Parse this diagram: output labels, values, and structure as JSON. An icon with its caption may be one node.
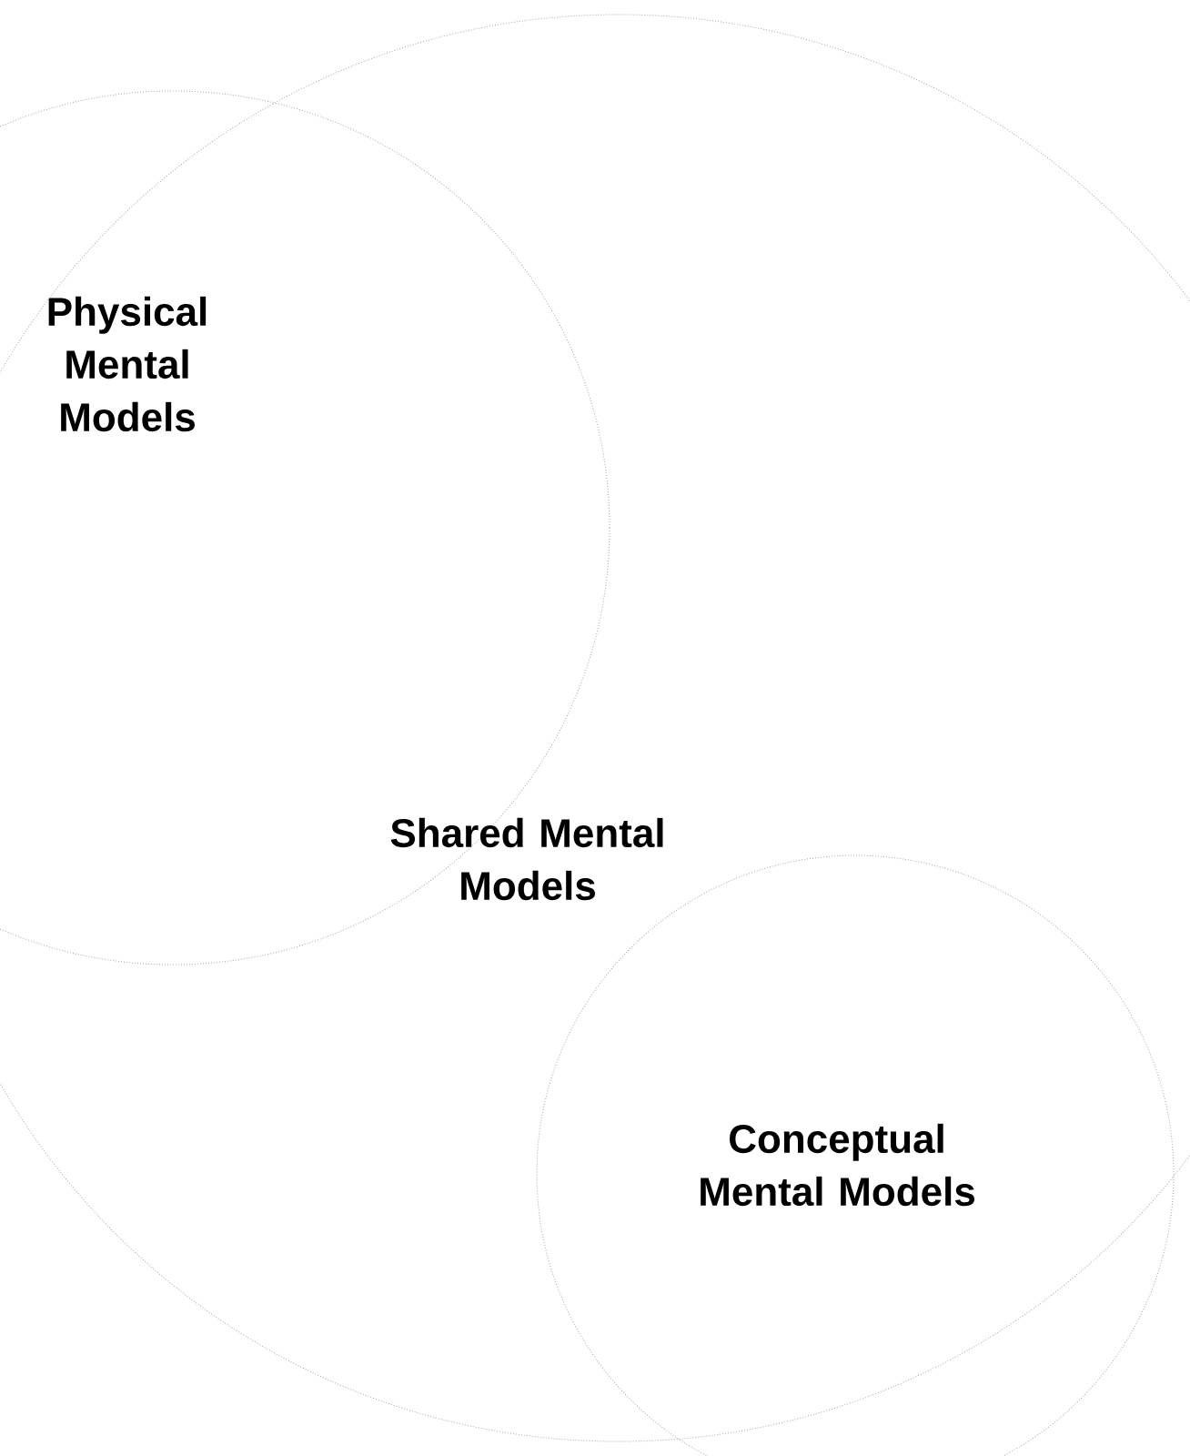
{
  "diagram": {
    "nodes": [
      {
        "text": [
          "Physical Mental Models"
        ]
      },
      {
        "text": [
          "Shared Mental Models"
        ]
      },
      {
        "text": [
          "Conceptual Mental Models"
        ]
      }
    ]
  }
}
